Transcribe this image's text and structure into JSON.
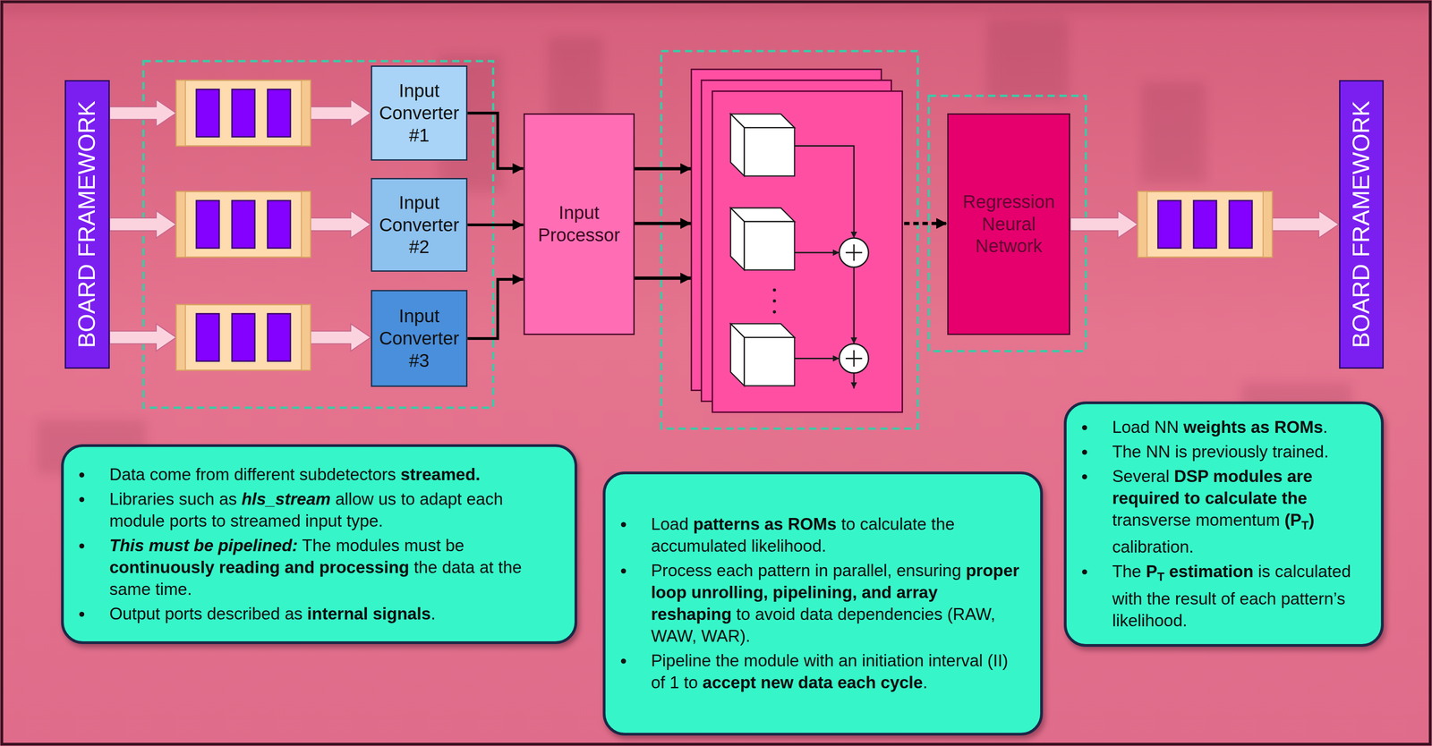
{
  "diagram": {
    "nodes": [
      {
        "text": [
          "BOARD FRAMEWORK"
        ]
      },
      {
        "text": [
          "Input Converter #1"
        ]
      },
      {
        "text": [
          "Input Converter #2"
        ]
      },
      {
        "text": [
          "Input Converter #3"
        ]
      },
      {
        "text": [
          "Input Processor"
        ]
      },
      {
        "text": [
          "Regression Neural Network"
        ]
      },
      {
        "text": [
          "BOARD FRAMEWORK"
        ]
      },
      {
        "text": [
          "Data come from different subdetectors streamed.",
          "Libraries such as hls_stream allow us to adapt each module ports to streamed input type.",
          "This must be pipelined: The modules must be continuously reading and processing the data at the same time.",
          "Output ports described as internal signals."
        ]
      },
      {
        "text": [
          "Load patterns as ROMs to calculate the accumulated likelihood.",
          "Process each pattern in parallel, ensuring proper loop unrolling, pipelining, and array reshaping to avoid data dependencies (RAW, WAW, WAR).",
          "Pipeline the module with an initiation interval (II) of 1 to accept new data each cycle."
        ]
      },
      {
        "text": [
          "Load NN weights as ROMs.",
          "The NN is previously trained.",
          "Several DSP modules are required to calculate the transverse momentum (PT) calibration.",
          "The PT estimation is calculated with the result of each pattern’s likelihood."
        ]
      }
    ],
    "edges": [
      {
        "from": 1,
        "to": 4,
        "arrow": "to"
      },
      {
        "from": 2,
        "to": 4,
        "arrow": "to"
      },
      {
        "from": 3,
        "to": 4,
        "arrow": "to"
      }
    ]
  }
}
